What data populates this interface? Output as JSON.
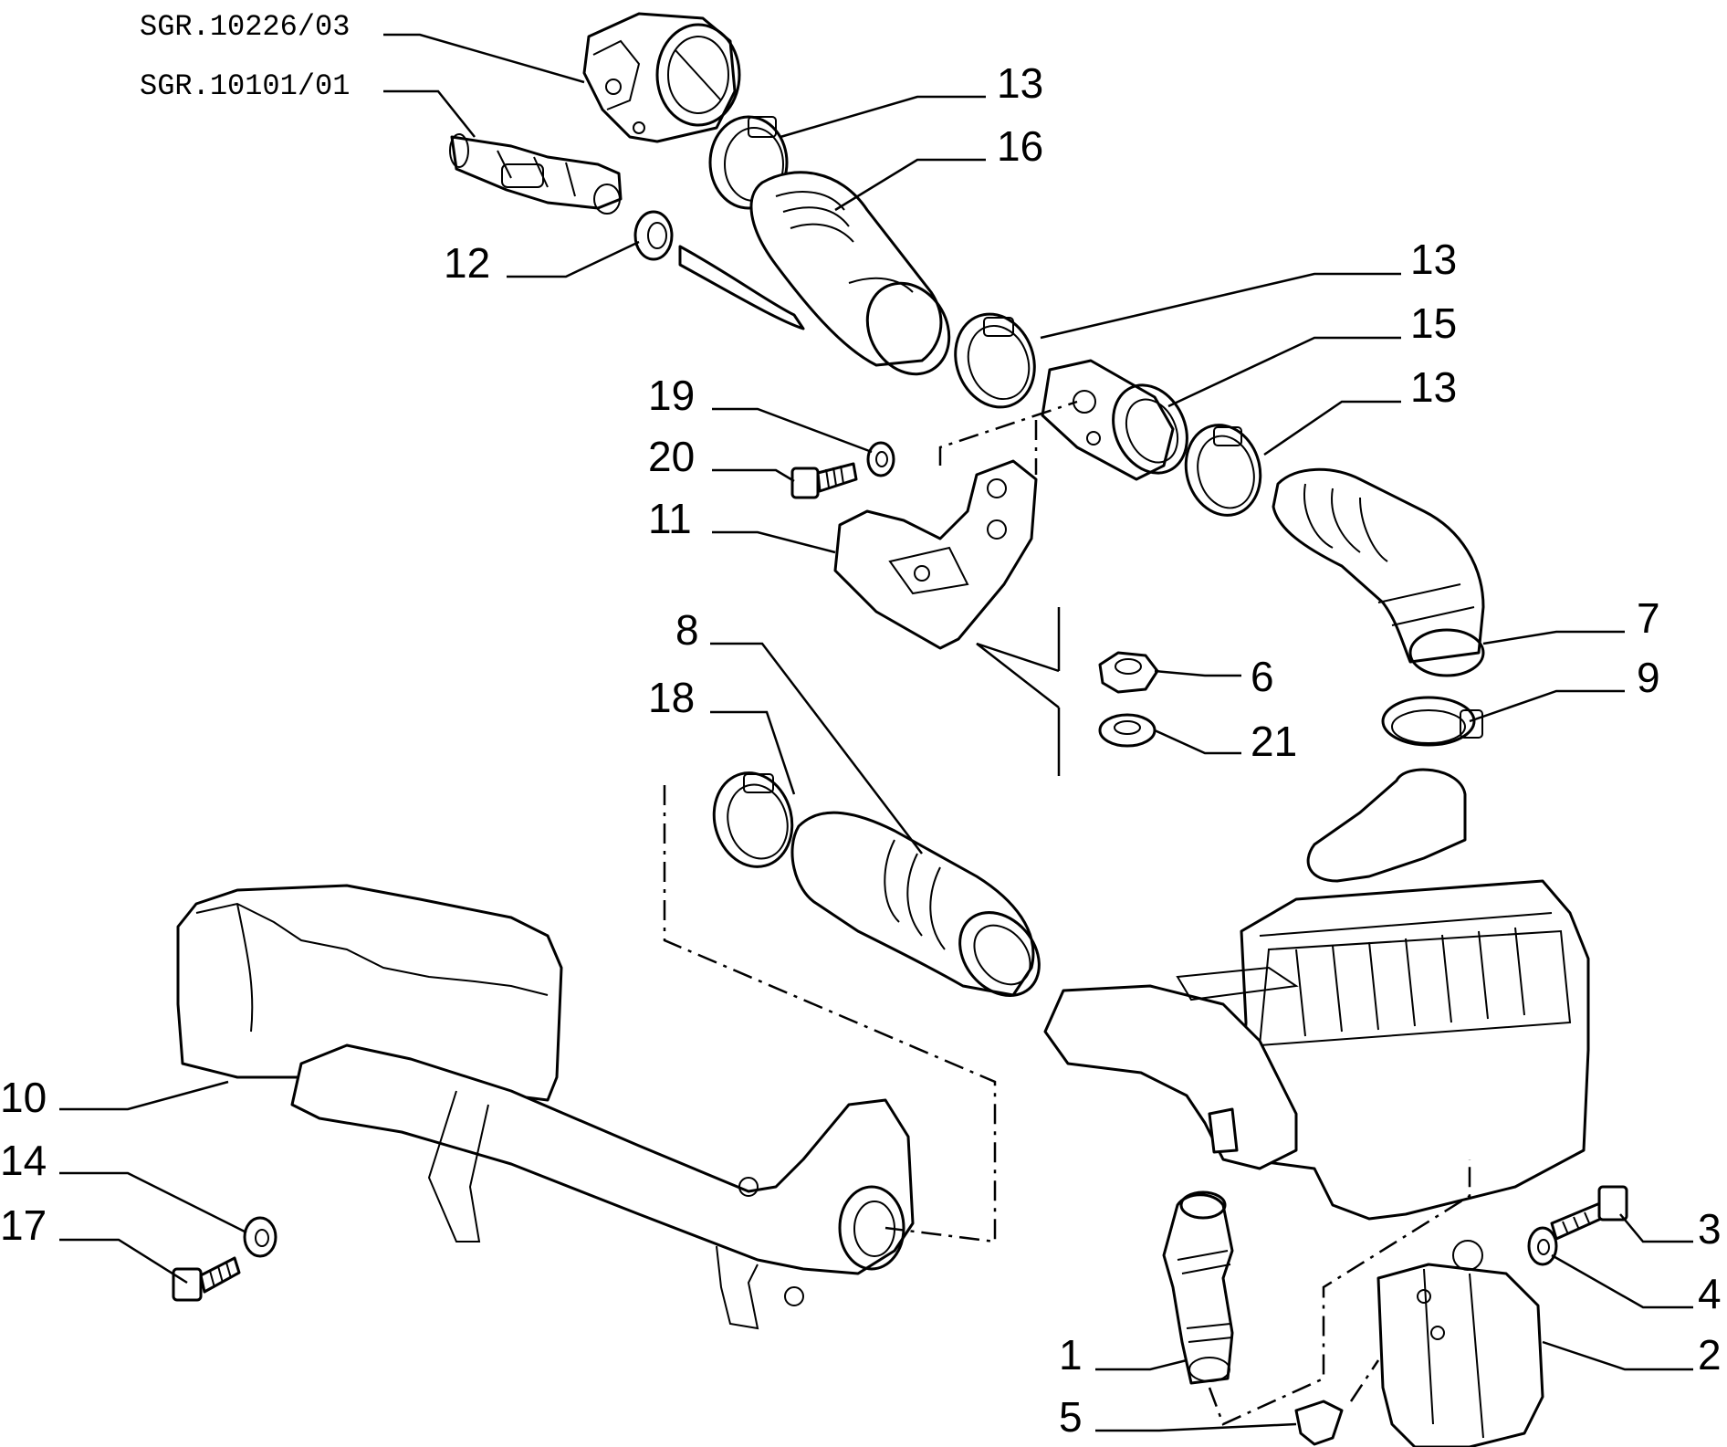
{
  "references": [
    {
      "id": "ref-throttle-body",
      "text": "SGR.10226/03"
    },
    {
      "id": "ref-fuel-injector",
      "text": "SGR.10101/01"
    }
  ],
  "callouts": [
    {
      "id": "c13a",
      "text": "13"
    },
    {
      "id": "c16",
      "text": "16"
    },
    {
      "id": "c12",
      "text": "12"
    },
    {
      "id": "c13b",
      "text": "13"
    },
    {
      "id": "c15",
      "text": "15"
    },
    {
      "id": "c13c",
      "text": "13"
    },
    {
      "id": "c19",
      "text": "19"
    },
    {
      "id": "c20",
      "text": "20"
    },
    {
      "id": "c11",
      "text": "11"
    },
    {
      "id": "c7",
      "text": "7"
    },
    {
      "id": "c8",
      "text": "8"
    },
    {
      "id": "c6",
      "text": "6"
    },
    {
      "id": "c9",
      "text": "9"
    },
    {
      "id": "c18",
      "text": "18"
    },
    {
      "id": "c21",
      "text": "21"
    },
    {
      "id": "c10",
      "text": "10"
    },
    {
      "id": "c14",
      "text": "14"
    },
    {
      "id": "c17",
      "text": "17"
    },
    {
      "id": "c3",
      "text": "3"
    },
    {
      "id": "c4",
      "text": "4"
    },
    {
      "id": "c1",
      "text": "1"
    },
    {
      "id": "c2",
      "text": "2"
    },
    {
      "id": "c5",
      "text": "5"
    }
  ]
}
